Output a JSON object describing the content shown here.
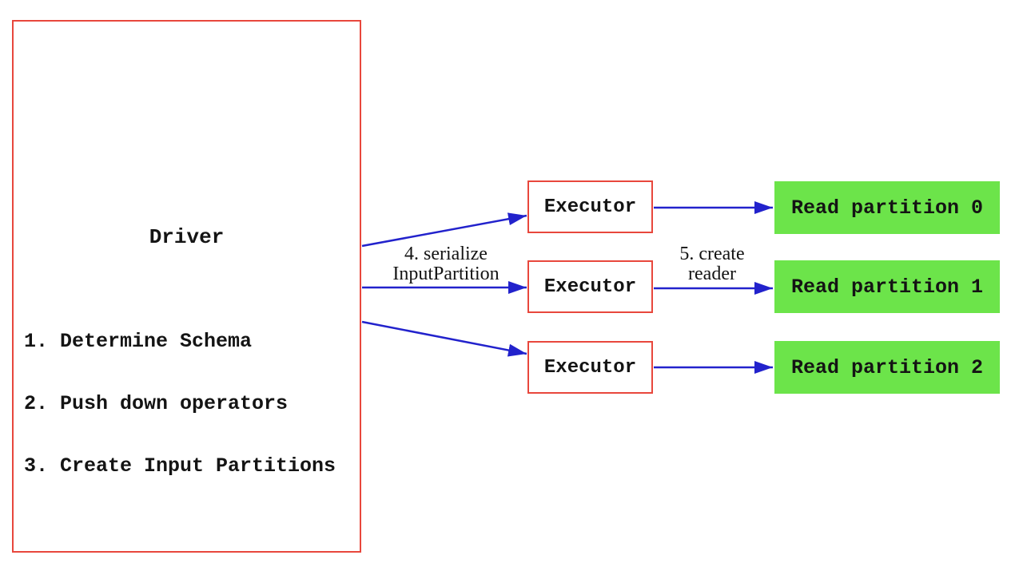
{
  "driver": {
    "title": "Driver",
    "steps": [
      "1. Determine Schema",
      "2. Push down operators",
      "3. Create Input Partitions"
    ]
  },
  "executors": [
    "Executor",
    "Executor",
    "Executor"
  ],
  "partitions": [
    "Read partition 0",
    "Read partition 1",
    "Read partition 2"
  ],
  "labels": {
    "serialize": "4. serialize\nInputPartition",
    "create_reader": "5. create\nreader"
  },
  "colors": {
    "box_border_red": "#e8473c",
    "arrow_blue": "#2222cc",
    "partition_green": "#6ce44a",
    "text": "#141414"
  }
}
